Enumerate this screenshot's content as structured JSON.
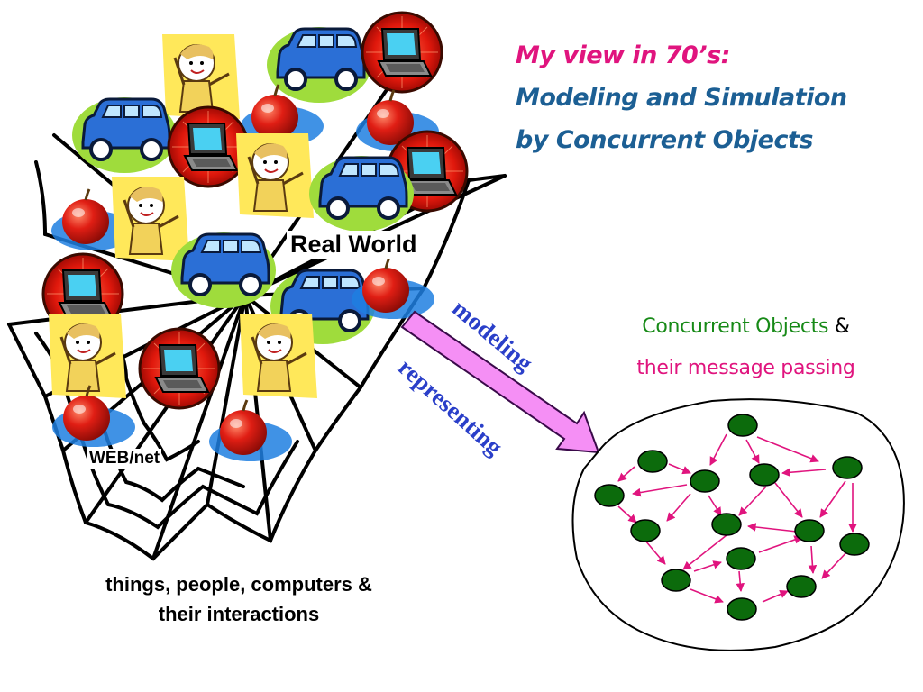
{
  "title": {
    "line1": "My view in 70’s:",
    "line2": "Modeling and Simulation",
    "line3": "by Concurrent Objects"
  },
  "real_world_label": "Real World",
  "web_label": "WEB/net",
  "caption": {
    "line1": "things, people, computers &",
    "line2": "their interactions"
  },
  "arrow": {
    "label_top": "modeling",
    "label_bottom": "representing"
  },
  "concurrent_objects": {
    "line1_main": "Concurrent Objects",
    "line1_amp": " &",
    "line2": "their message passing"
  },
  "colors": {
    "title_pink": "#e0147e",
    "title_blue": "#1c5f94",
    "arrow_fill": "#f58ff5",
    "label_blue": "#2a3fc9",
    "object_green": "#0c6b0c",
    "message_arrow": "#e0147e"
  },
  "icons": [
    "car-icon",
    "laptop-icon",
    "apple-icon",
    "person-icon"
  ]
}
